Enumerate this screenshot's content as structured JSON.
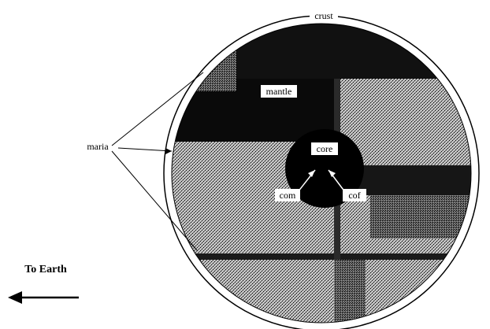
{
  "labels": {
    "crust": "crust",
    "mantle": "mantle",
    "maria": "maria",
    "core": "core",
    "com": "com",
    "cof": "cof",
    "to_earth": "To Earth"
  },
  "colors": {
    "background": "#ffffff",
    "outline": "#000000",
    "crust_ring": "#ffffff",
    "mantle_dark": "#000000",
    "mantle_light": "#b8b8b8",
    "core": "#000000",
    "label_box": "#ffffff"
  }
}
